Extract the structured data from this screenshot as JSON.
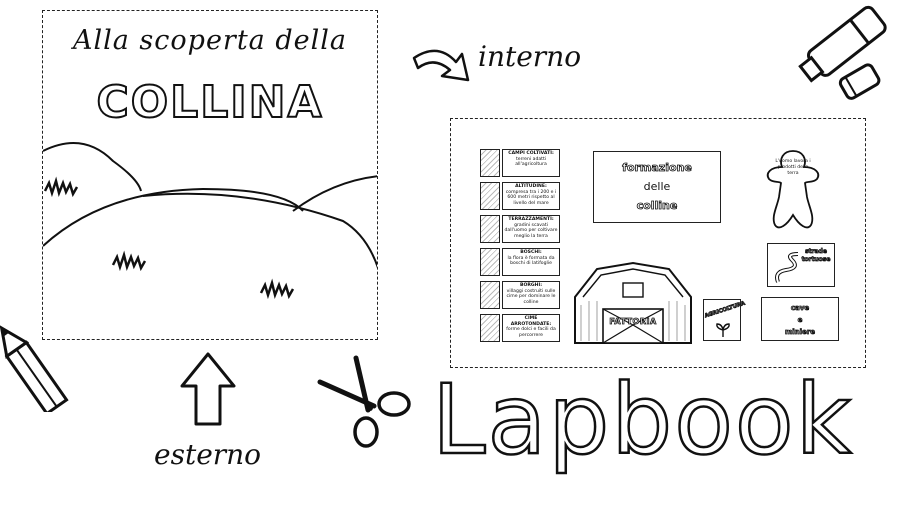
{
  "cover": {
    "subtitle": "Alla scoperta della",
    "title": "COLLINA"
  },
  "labels": {
    "inside": "interno",
    "outside": "esterno",
    "brand": "Lapbook"
  },
  "inner_layout": {
    "cards": [
      {
        "title": "CAMPI COLTIVATI:",
        "body": "terreni adatti all'agricoltura"
      },
      {
        "title": "ALTITUDINE:",
        "body": "compresa tra i 200 e i 600 metri rispetto al livello del mare"
      },
      {
        "title": "TERRAZZAMENTI:",
        "body": "gradini scavati dall'uomo per coltivare meglio la terra"
      },
      {
        "title": "BOSCHI:",
        "body": "la flora è formata da boschi di latifoglie"
      },
      {
        "title": "BORGHI:",
        "body": "villaggi costruiti sulle cime per dominare le colline"
      },
      {
        "title": "CIME ARROTONDATE:",
        "body": "forme dolci e facili da percorrere"
      }
    ],
    "formation_box": {
      "line1": "formazione",
      "line2": "delle",
      "line3": "colline"
    },
    "gingerbread_text": "L'uomo lavora i prodotti della terra",
    "roads_label": "strade tortuose",
    "farm_label": "FATTORIA",
    "agriculture_label": "AGRICOLTURA",
    "mines_box": {
      "line1": "cave",
      "line2": "e",
      "line3": "miniere"
    }
  },
  "icons": [
    "marker-icon",
    "marker-cap-icon",
    "pencil-icon",
    "scissors-icon",
    "arrow-up-icon",
    "curved-arrow-icon",
    "barn-icon",
    "sprout-icon",
    "gingerbread-icon"
  ]
}
